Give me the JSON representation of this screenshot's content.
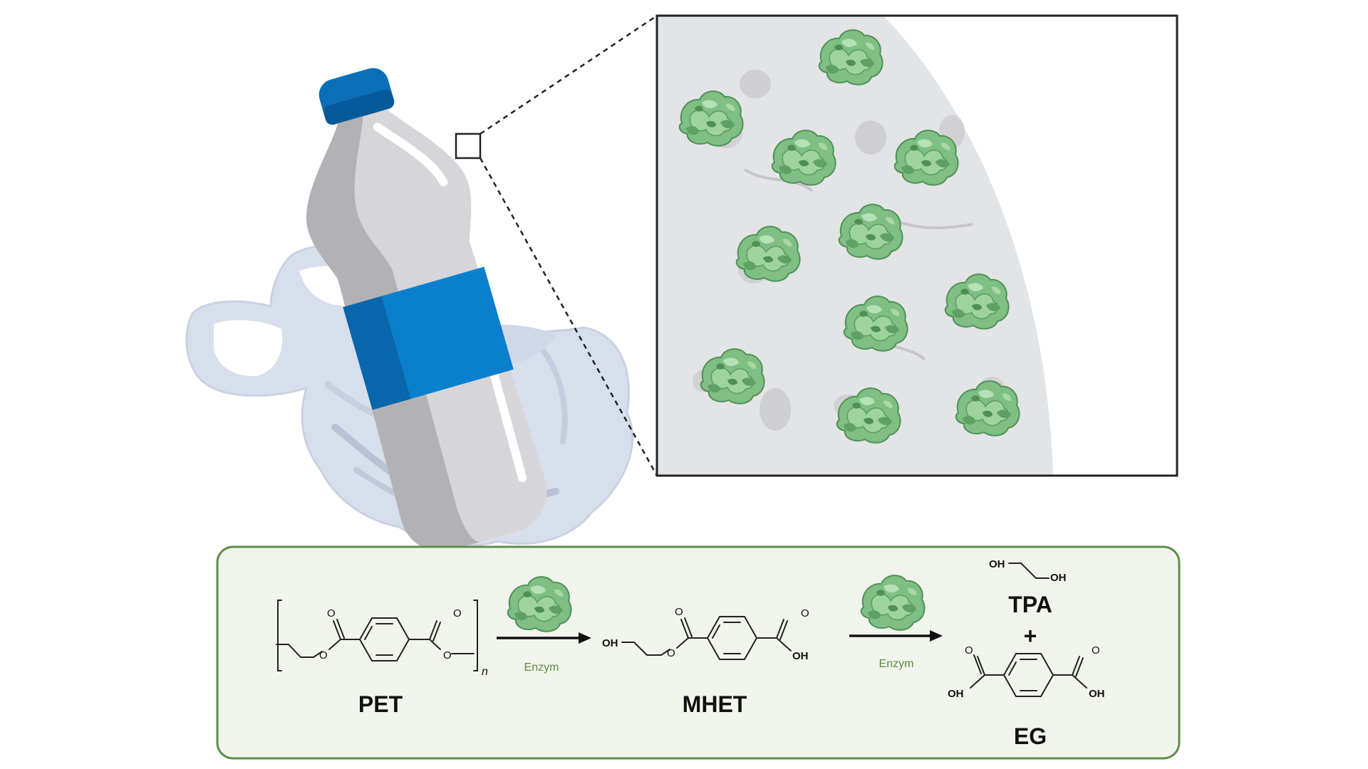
{
  "colors": {
    "panel_bg": "#f1f4ec",
    "panel_border": "#5f8e4a",
    "enzyme_label": "#5c8c45",
    "enzyme_green": "#7bbf7e",
    "bottle_grey": "#d4d4d6",
    "label_blue": "#0a7fce",
    "cap_blue": "#0b6fb8",
    "zoom_surface": "#e3e4e6"
  },
  "icons": {
    "bottle": "plastic-bottle-icon",
    "bag": "plastic-bag-icon",
    "enzyme": "enzyme-protein-icon"
  },
  "reaction": {
    "reactant": "PET",
    "intermediate": "MHET",
    "product_top": "TPA",
    "plus": "+",
    "product_bottom": "EG",
    "step1_enzyme": "Enzym",
    "step2_enzyme": "Enzym"
  },
  "atoms": {
    "O": "O",
    "OH": "OH",
    "n": "n"
  }
}
